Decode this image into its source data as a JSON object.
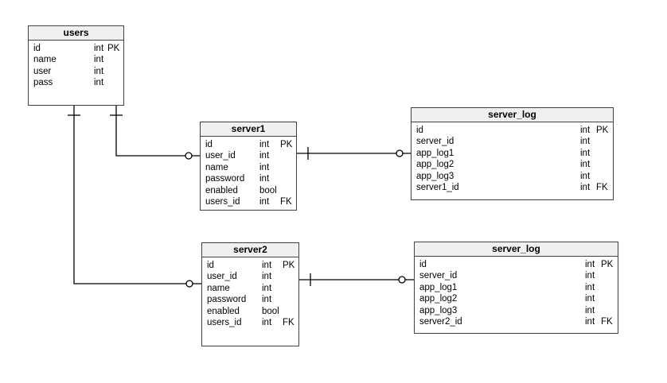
{
  "diagram": {
    "colors": {
      "entity_border": "#424242",
      "header_background": "#f0f0f0",
      "body_background": "#ffffff",
      "line": "#000000"
    },
    "entities": [
      {
        "name": "users",
        "fields": [
          {
            "name": "id",
            "type": "int",
            "key": "PK"
          },
          {
            "name": "name",
            "type": "int",
            "key": ""
          },
          {
            "name": "user",
            "type": "int",
            "key": ""
          },
          {
            "name": "pass",
            "type": "int",
            "key": ""
          }
        ]
      },
      {
        "name": "server1",
        "fields": [
          {
            "name": "id",
            "type": "int",
            "key": "PK"
          },
          {
            "name": "user_id",
            "type": "int",
            "key": ""
          },
          {
            "name": "name",
            "type": "int",
            "key": ""
          },
          {
            "name": "password",
            "type": "int",
            "key": ""
          },
          {
            "name": "enabled",
            "type": "bool",
            "key": ""
          },
          {
            "name": "users_id",
            "type": "int",
            "key": "FK"
          }
        ]
      },
      {
        "name": "server_log",
        "fields": [
          {
            "name": "id",
            "type": "int",
            "key": "PK"
          },
          {
            "name": "server_id",
            "type": "int",
            "key": ""
          },
          {
            "name": "app_log1",
            "type": "int",
            "key": ""
          },
          {
            "name": "app_log2",
            "type": "int",
            "key": ""
          },
          {
            "name": "app_log3",
            "type": "int",
            "key": ""
          },
          {
            "name": "server1_id",
            "type": "int",
            "key": "FK"
          }
        ]
      },
      {
        "name": "server2",
        "fields": [
          {
            "name": "id",
            "type": "int",
            "key": "PK"
          },
          {
            "name": "user_id",
            "type": "int",
            "key": ""
          },
          {
            "name": "name",
            "type": "int",
            "key": ""
          },
          {
            "name": "password",
            "type": "int",
            "key": ""
          },
          {
            "name": "enabled",
            "type": "bool",
            "key": ""
          },
          {
            "name": "users_id",
            "type": "int",
            "key": "FK"
          }
        ]
      },
      {
        "name": "server_log",
        "fields": [
          {
            "name": "id",
            "type": "int",
            "key": "PK"
          },
          {
            "name": "server_id",
            "type": "int",
            "key": ""
          },
          {
            "name": "app_log1",
            "type": "int",
            "key": ""
          },
          {
            "name": "app_log2",
            "type": "int",
            "key": ""
          },
          {
            "name": "app_log3",
            "type": "int",
            "key": ""
          },
          {
            "name": "server2_id",
            "type": "int",
            "key": "FK"
          }
        ]
      }
    ],
    "relationships": [
      {
        "from": "users",
        "to": "server1",
        "from_marker": "one-tick",
        "to_marker": "circle"
      },
      {
        "from": "users",
        "to": "server2",
        "from_marker": "one-tick",
        "to_marker": "circle"
      },
      {
        "from": "server1",
        "to": "server_log",
        "from_marker": "one-tick",
        "to_marker": "circle"
      },
      {
        "from": "server2",
        "to": "server_log",
        "from_marker": "one-tick",
        "to_marker": "circle"
      }
    ]
  }
}
